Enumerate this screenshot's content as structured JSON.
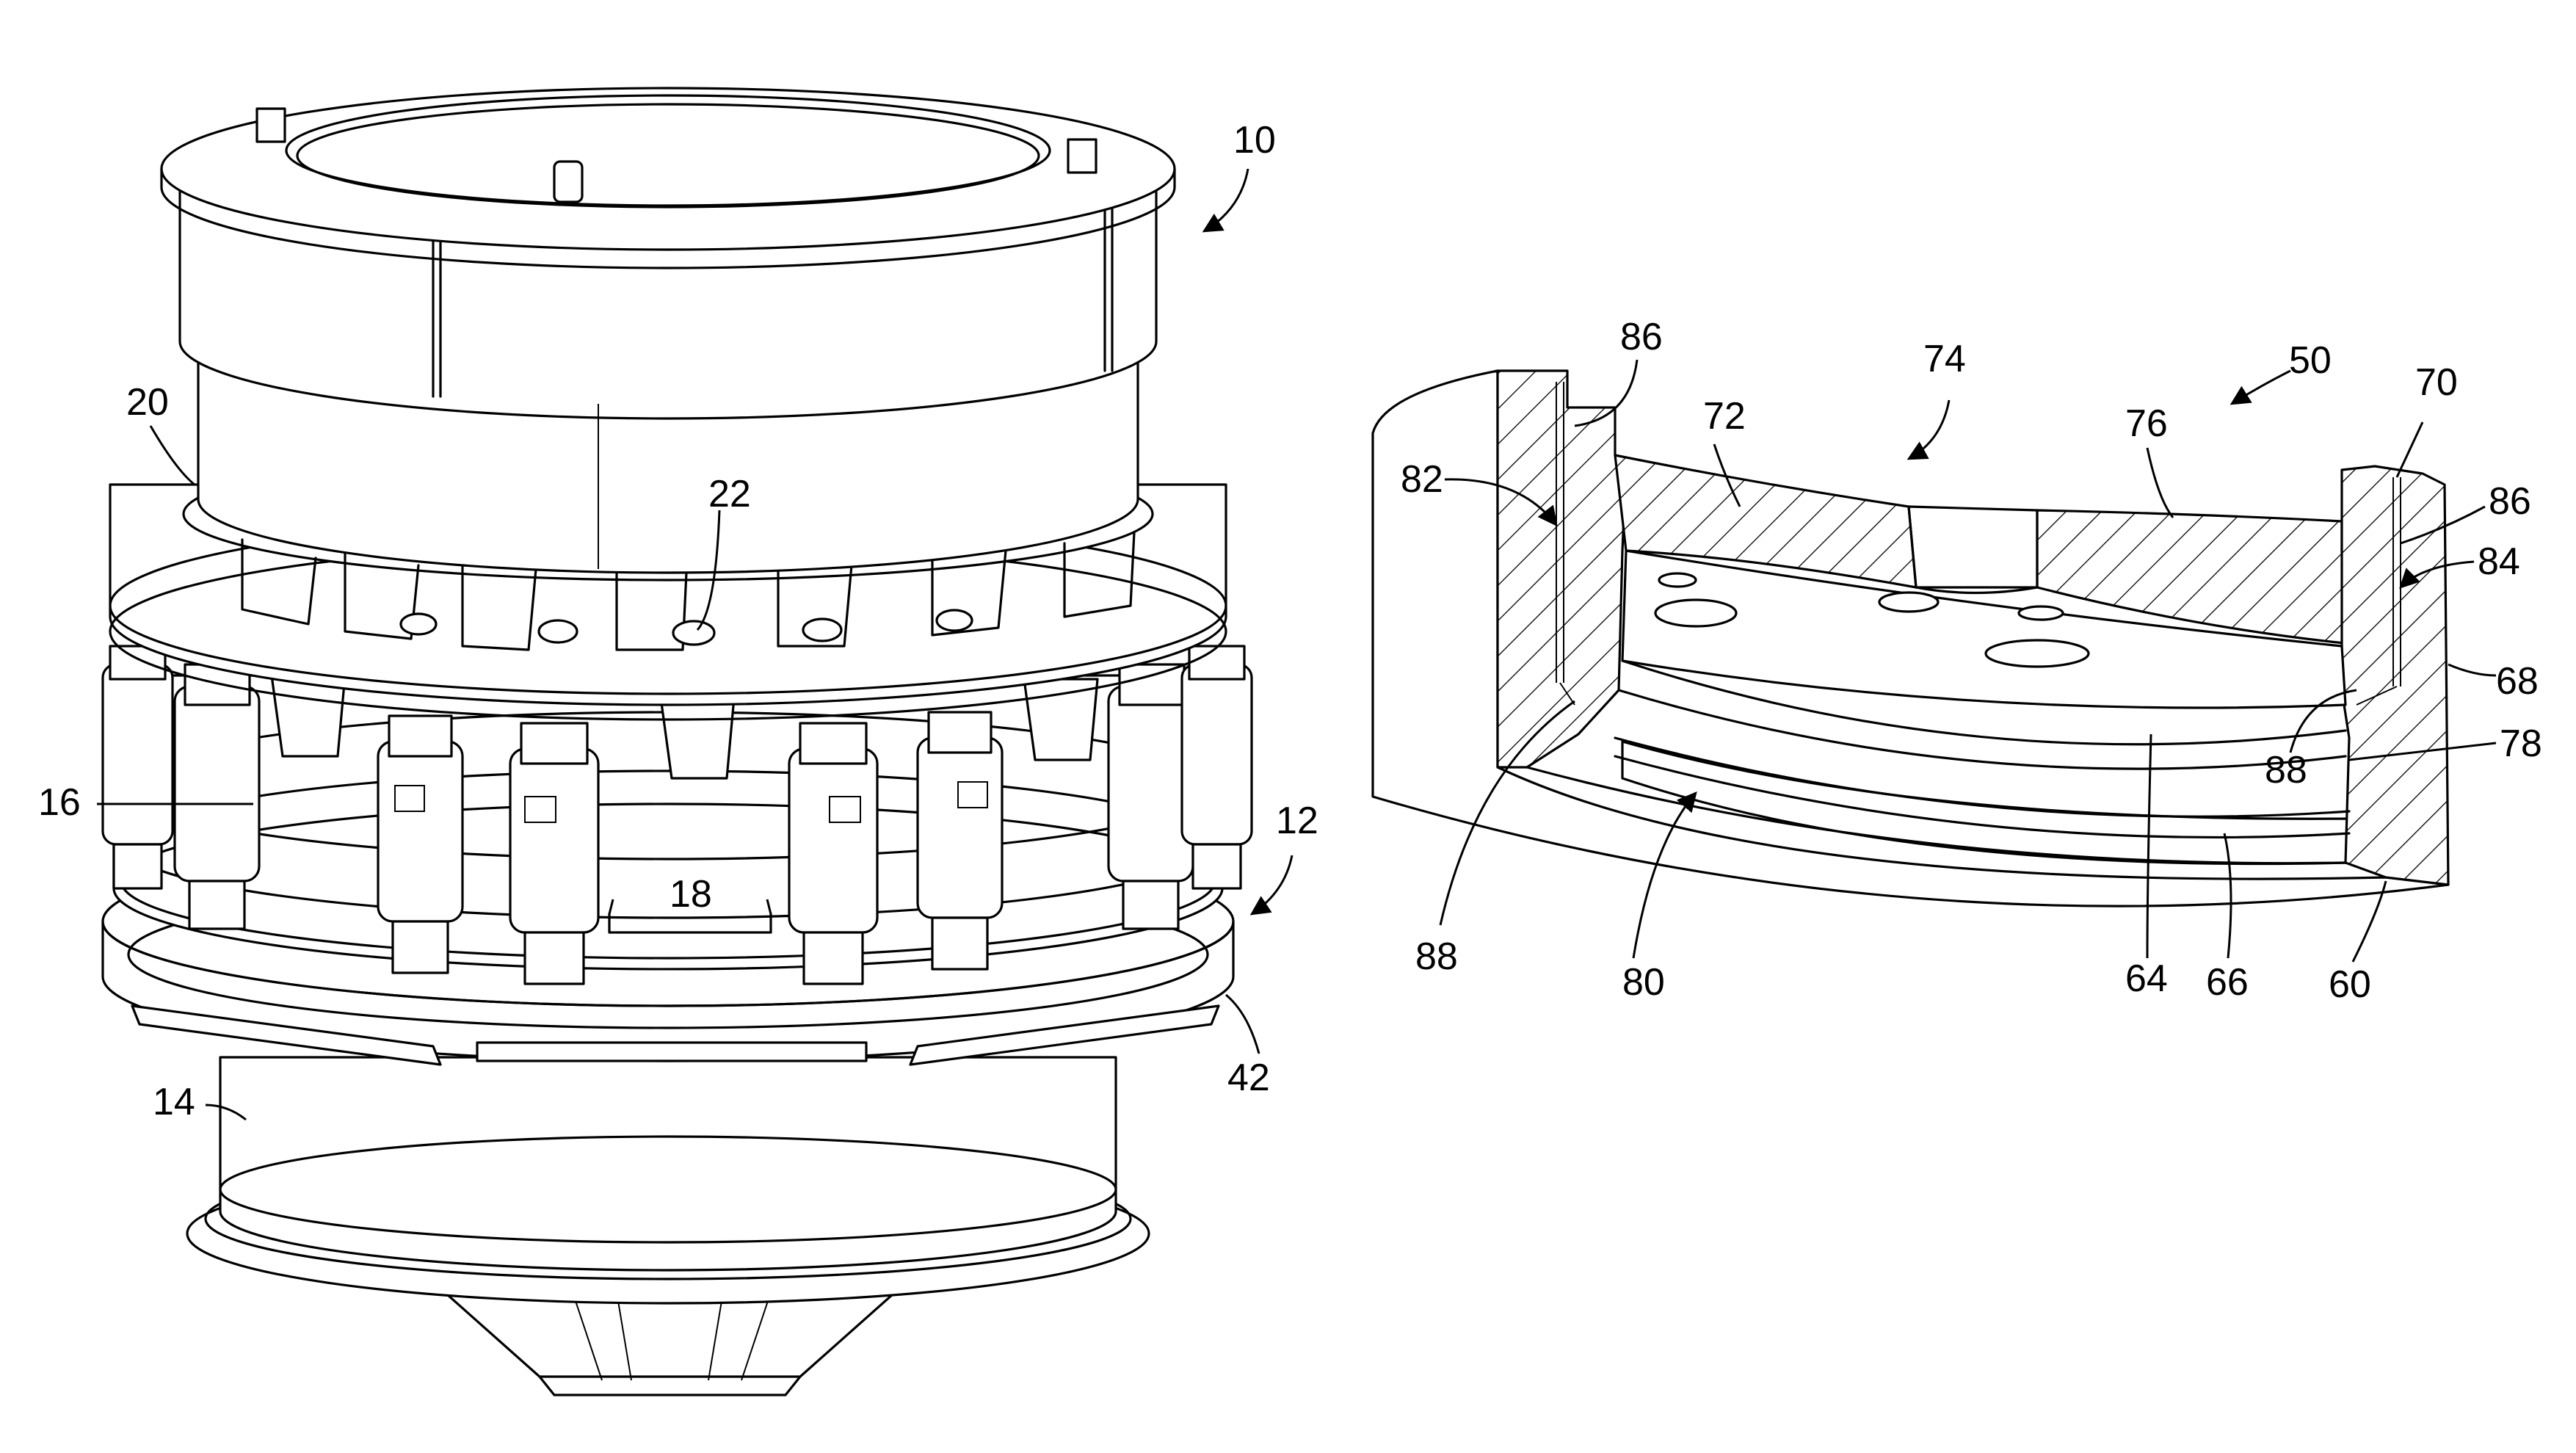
{
  "figure": {
    "left_view": {
      "name": "crusher assembly perspective",
      "labels": [
        "10",
        "20",
        "22",
        "16",
        "12",
        "18",
        "42",
        "14"
      ]
    },
    "right_view": {
      "name": "sectional view of ring component",
      "labels": [
        "86",
        "74",
        "50",
        "70",
        "72",
        "82",
        "76",
        "86",
        "84",
        "68",
        "88",
        "78",
        "88",
        "80",
        "64",
        "66",
        "60"
      ]
    }
  }
}
